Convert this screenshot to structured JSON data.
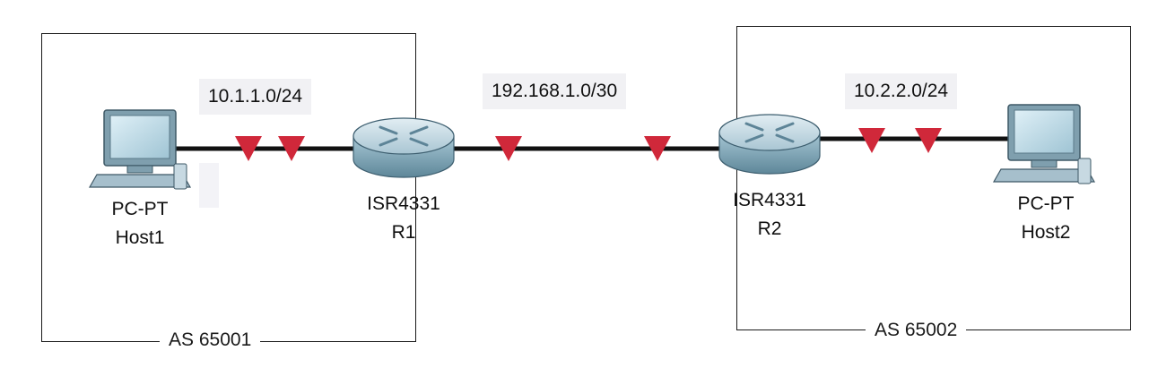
{
  "zones": [
    {
      "id": "as1",
      "label": "AS 65001"
    },
    {
      "id": "as2",
      "label": "AS 65002"
    }
  ],
  "networks": [
    {
      "id": "lan1",
      "label": "10.1.1.0/24"
    },
    {
      "id": "wan",
      "label": "192.168.1.0/30"
    },
    {
      "id": "lan2",
      "label": "10.2.2.0/24"
    }
  ],
  "devices": {
    "host1": {
      "type": "PC-PT",
      "name": "Host1",
      "icon": "pc-icon"
    },
    "r1": {
      "type": "ISR4331",
      "name": "R1",
      "icon": "router-icon"
    },
    "r2": {
      "type": "ISR4331",
      "name": "R2",
      "icon": "router-icon"
    },
    "host2": {
      "type": "PC-PT",
      "name": "Host2",
      "icon": "pc-icon"
    }
  },
  "colors": {
    "link": "#111111",
    "link_status": "#d0283a",
    "router_body": "#8fb3c4",
    "router_top": "#c4dce6",
    "pc_screen": "#b8d8e6",
    "pc_body": "#8ea9b8"
  }
}
